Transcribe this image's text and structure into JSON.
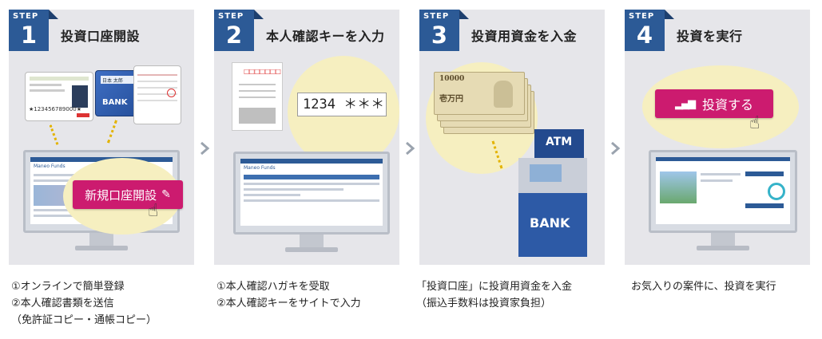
{
  "steps": [
    {
      "word": "STEP",
      "num": "1",
      "title": "投資口座開設",
      "button": "新規口座開設",
      "id_card_text": "★123456789000★",
      "bank_card_text": "BANK",
      "bank_card_top": "日本 太郎",
      "screen_logo": "Maneo Funds",
      "captions": [
        "①オンラインで簡単登録",
        "②本人確認書類を送信",
        "（免許証コピー・通帳コピー）"
      ]
    },
    {
      "word": "STEP",
      "num": "2",
      "title": "本人確認キーを入力",
      "key_display": "1234 ＊＊＊",
      "postcard_boxes": "□□□□□□□",
      "screen_logo": "Maneo Funds",
      "captions": [
        "①本人確認ハガキを受取",
        "②本人確認キーをサイトで入力"
      ]
    },
    {
      "word": "STEP",
      "num": "3",
      "title": "投資用資金を入金",
      "bill_value": "10000",
      "bill_kanji": "壱万円",
      "atm_label": "ATM",
      "bank_label": "BANK",
      "captions": [
        "「投資口座」に投資用資金を入金",
        "（振込手数料は投資家負担）"
      ]
    },
    {
      "word": "STEP",
      "num": "4",
      "title": "投資を実行",
      "button": "投資する",
      "captions": [
        "お気入りの案件に、投資を実行"
      ]
    }
  ],
  "colors": {
    "step_blue": "#2c5a96",
    "accent_pink": "#cc1b6f",
    "panel_bg": "#e6e6ea",
    "bubble": "#f6efc0"
  },
  "icons": [
    "chevron-right-icon",
    "pointing-hand-icon",
    "pen-icon",
    "bar-chart-icon"
  ]
}
